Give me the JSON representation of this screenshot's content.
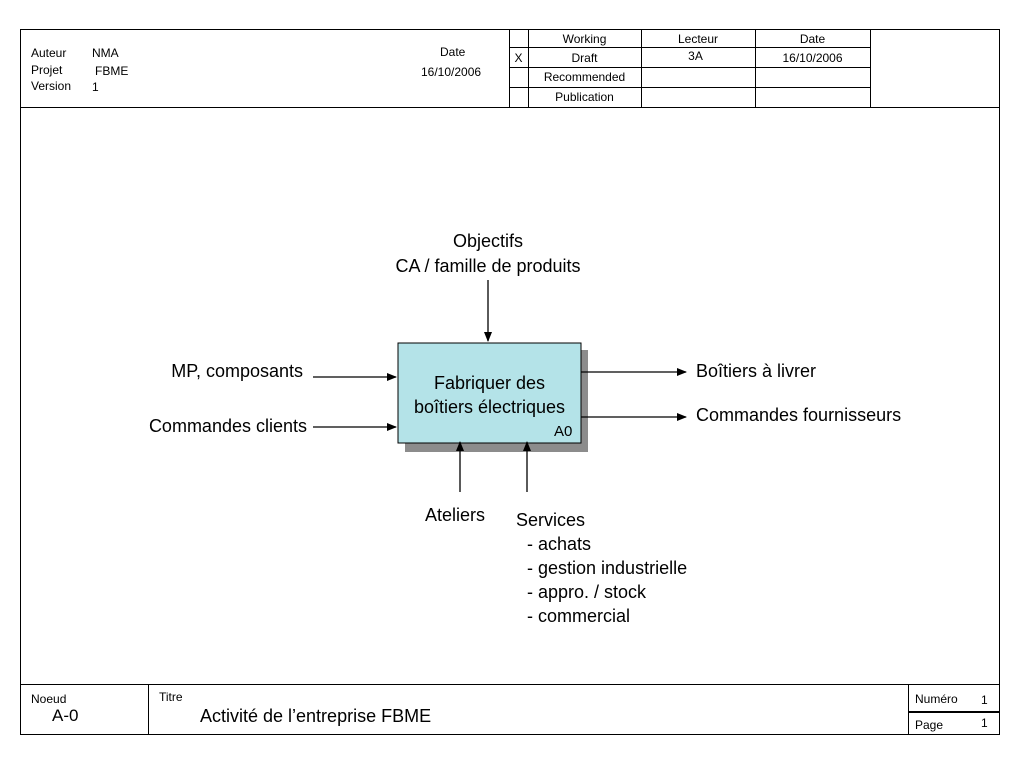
{
  "header": {
    "auteur_label": "Auteur",
    "auteur_value": "NMA",
    "projet_label": "Projet",
    "projet_value": "FBME",
    "version_label": "Version",
    "version_value": "1",
    "date_label": "Date",
    "date_value": "16/10/2006",
    "status_mark": "X",
    "status": [
      "Working",
      "Draft",
      "Recommended",
      "Publication"
    ],
    "lecteur_label": "Lecteur",
    "lecteur_value": "3A",
    "date2_label": "Date",
    "date2_value": "16/10/2006"
  },
  "diagram": {
    "box_label_line1": "Fabriquer des",
    "box_label_line2": "boîtiers électriques",
    "box_id": "A0",
    "box_fill": "#b4e3e8",
    "control_line1": "Objectifs",
    "control_line2": "CA / famille de produits",
    "inputs": [
      "MP, composants",
      "Commandes clients"
    ],
    "outputs": [
      "Boîtiers à livrer",
      "Commandes fournisseurs"
    ],
    "mechanism1": "Ateliers",
    "mechanism2_title": "Services",
    "mechanism2_items": [
      "- achats",
      "- gestion industrielle",
      "- appro. / stock",
      "- commercial"
    ]
  },
  "footer": {
    "noeud_label": "Noeud",
    "noeud_value": "A-0",
    "titre_label": "Titre",
    "titre_value": "Activité de l’entreprise FBME",
    "numero_label": "Numéro",
    "numero_value": "1",
    "page_label": "Page",
    "page_value": "1"
  }
}
